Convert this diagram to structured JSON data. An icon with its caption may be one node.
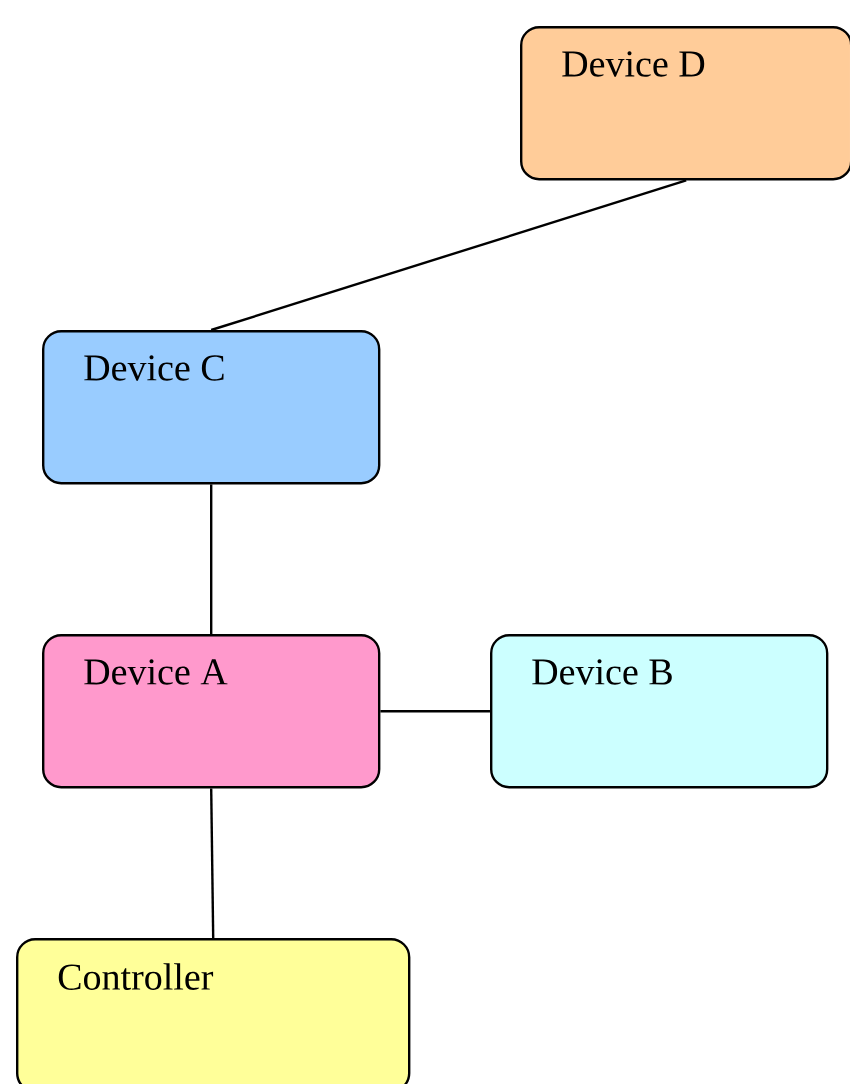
{
  "diagram": {
    "nodes": [
      {
        "text": [
          "Device D"
        ]
      },
      {
        "text": [
          "Device C"
        ]
      },
      {
        "text": [
          "Device A"
        ]
      },
      {
        "text": [
          "Device B"
        ]
      },
      {
        "text": [
          "Controller"
        ]
      }
    ],
    "edges": [
      {
        "from": 0,
        "to": 1,
        "arrow": "none"
      },
      {
        "from": 1,
        "to": 2,
        "arrow": "none"
      },
      {
        "from": 2,
        "to": 3,
        "arrow": "none"
      },
      {
        "from": 2,
        "to": 4,
        "arrow": "none"
      }
    ]
  }
}
